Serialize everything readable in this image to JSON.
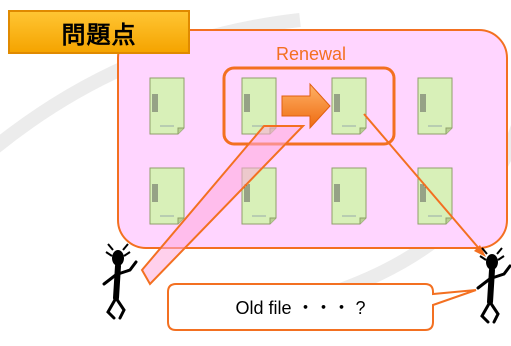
{
  "title": "問題点",
  "renewal_label": "Renewal",
  "question_text": "Old file ・・・ ?",
  "colors": {
    "accent": "#f37021",
    "panel_fill": "#ffd5ff",
    "doc_fill": "#d6f0b6",
    "title_fill": "#f5a400"
  },
  "icons": [
    "document-icon",
    "arrow-right-icon",
    "stick-figure-icon"
  ]
}
